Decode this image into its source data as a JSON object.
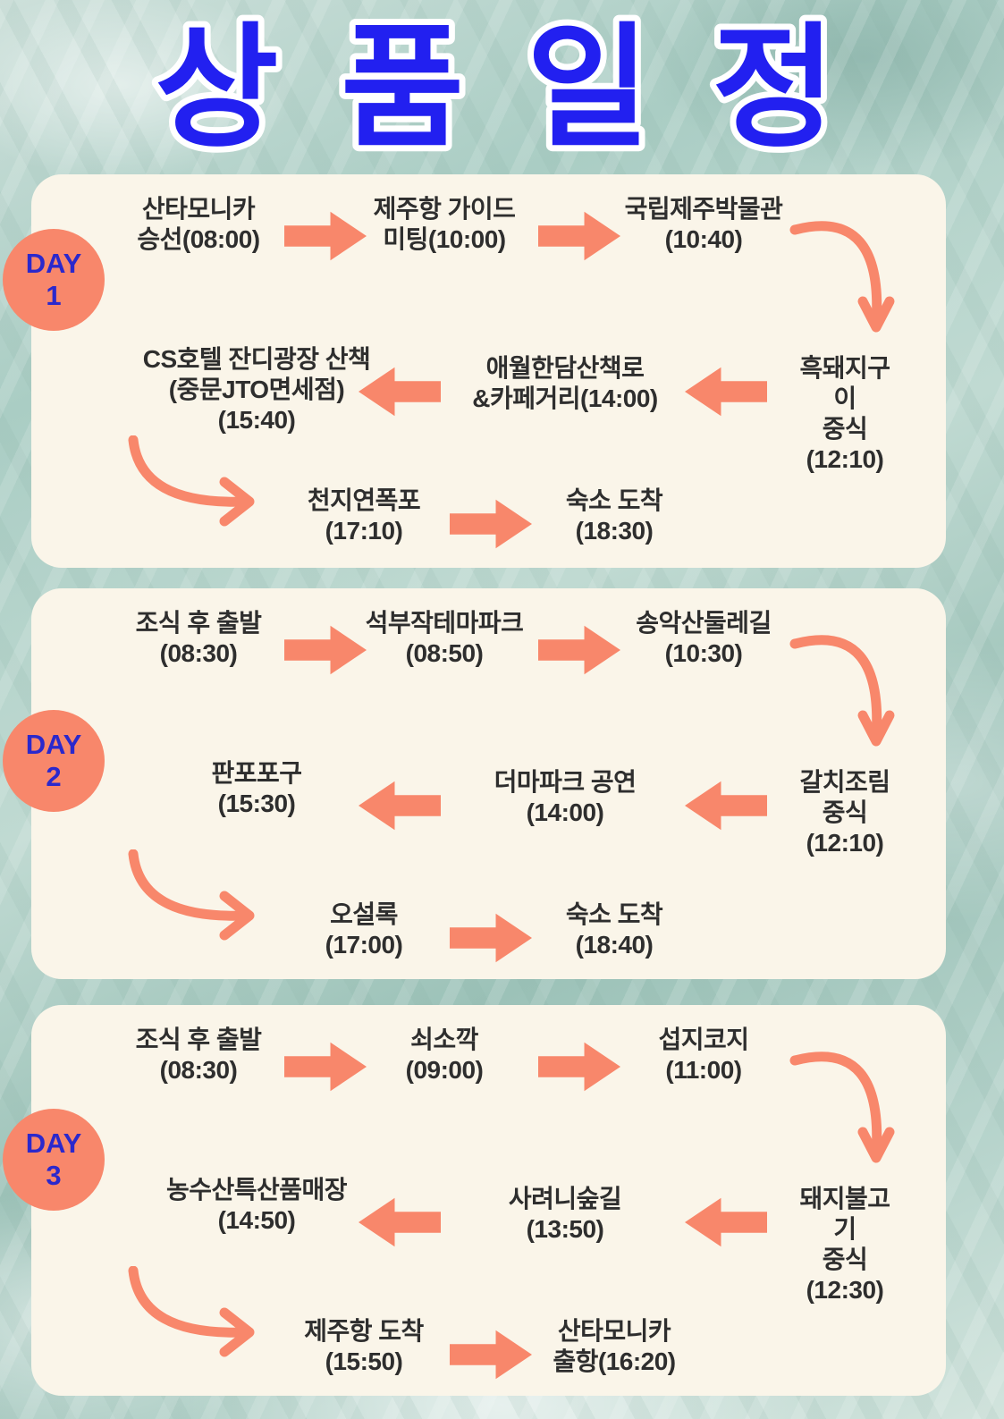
{
  "title": {
    "text": "상 품 일 정"
  },
  "colors": {
    "accent_salmon": "#f8876b",
    "panel_cream": "#faf5e9",
    "title_blue": "#2220f0",
    "day_label_blue": "#2b28cc",
    "item_text": "#2e2e2e"
  },
  "days": [
    {
      "label": "DAY",
      "number": "1",
      "items": [
        {
          "lines": [
            "산타모니카",
            "승선(08:00)"
          ]
        },
        {
          "lines": [
            "제주항 가이드",
            "미팅(10:00)"
          ]
        },
        {
          "lines": [
            "국립제주박물관",
            "(10:40)"
          ]
        },
        {
          "lines": [
            "흑돼지구이",
            "중식(12:10)"
          ]
        },
        {
          "lines": [
            "애월한담산책로",
            "&카페거리(14:00)"
          ]
        },
        {
          "lines": [
            "CS호텔 잔디광장 산책",
            "(중문JTO면세점)",
            "(15:40)"
          ]
        },
        {
          "lines": [
            "천지연폭포",
            "(17:10)"
          ]
        },
        {
          "lines": [
            "숙소 도착",
            "(18:30)"
          ]
        }
      ]
    },
    {
      "label": "DAY",
      "number": "2",
      "items": [
        {
          "lines": [
            "조식 후 출발",
            "(08:30)"
          ]
        },
        {
          "lines": [
            "석부작테마파크",
            "(08:50)"
          ]
        },
        {
          "lines": [
            "송악산둘레길",
            "(10:30)"
          ]
        },
        {
          "lines": [
            "갈치조림",
            "중식(12:10)"
          ]
        },
        {
          "lines": [
            "더마파크 공연",
            "(14:00)"
          ]
        },
        {
          "lines": [
            "판포포구",
            "(15:30)"
          ]
        },
        {
          "lines": [
            "오설록",
            "(17:00)"
          ]
        },
        {
          "lines": [
            "숙소 도착",
            "(18:40)"
          ]
        }
      ]
    },
    {
      "label": "DAY",
      "number": "3",
      "items": [
        {
          "lines": [
            "조식 후 출발",
            "(08:30)"
          ]
        },
        {
          "lines": [
            "쇠소깍",
            "(09:00)"
          ]
        },
        {
          "lines": [
            "섭지코지",
            "(11:00)"
          ]
        },
        {
          "lines": [
            "돼지불고기",
            "중식(12:30)"
          ]
        },
        {
          "lines": [
            "사려니숲길",
            "(13:50)"
          ]
        },
        {
          "lines": [
            "농수산특산품매장",
            "(14:50)"
          ]
        },
        {
          "lines": [
            "제주항 도착",
            "(15:50)"
          ]
        },
        {
          "lines": [
            "산타모니카",
            "출항(16:20)"
          ]
        }
      ]
    }
  ]
}
